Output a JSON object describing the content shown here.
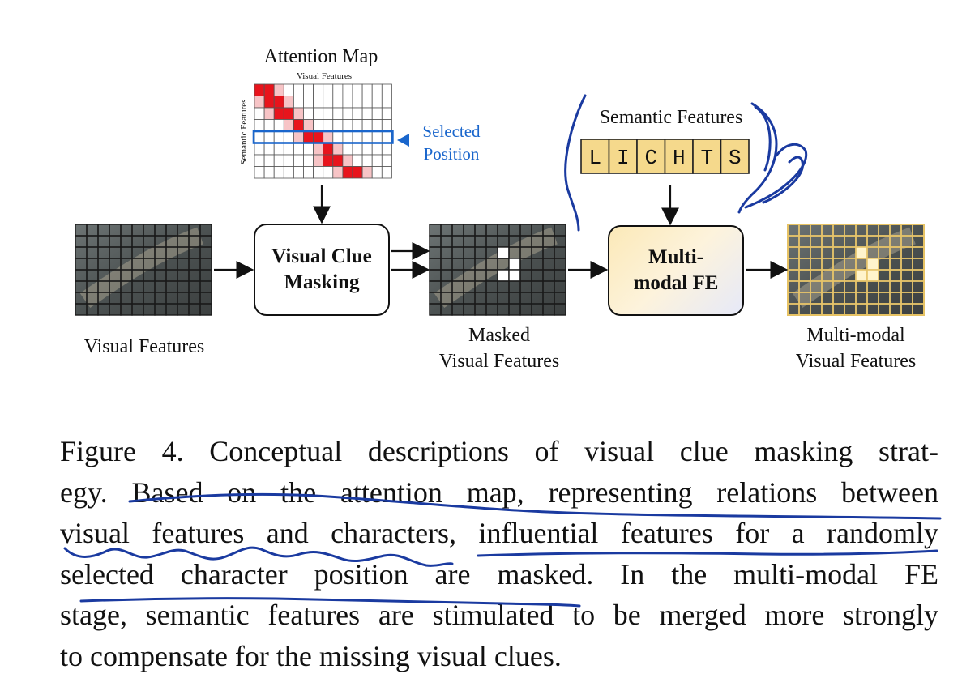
{
  "figure": {
    "attention_map": {
      "title": "Attention Map",
      "x_label": "Visual Features",
      "y_label": "Semantic Features",
      "selected_label": [
        "Selected",
        "Position"
      ]
    },
    "input_label": "Visual Features",
    "masking_box": [
      "Visual Clue",
      "Masking"
    ],
    "masked_label": [
      "Masked",
      "Visual Features"
    ],
    "semantic": {
      "title": "Semantic Features",
      "chars": [
        "L",
        "I",
        "C",
        "H",
        "T",
        "S"
      ]
    },
    "fe_box": [
      "Multi-",
      "modal FE"
    ],
    "output_label": [
      "Multi-modal",
      "Visual Features"
    ]
  },
  "caption": {
    "lines": [
      "Figure 4.  Conceptual descriptions of visual clue masking strat-",
      "egy.  Based on the attention map, representing relations between",
      "visual features and characters, influential features for a randomly",
      "selected character position are masked.  In the multi-modal FE",
      "stage, semantic features are stimulated to be merged more strongly",
      "to compensate for the missing visual clues."
    ]
  },
  "colors": {
    "attention_strong": "#e8141c",
    "attention_weak": "#f7c4c6",
    "selected": "#1a66cc",
    "semantic_cell": "#f5d98c",
    "ink": "#1a3aa0"
  }
}
